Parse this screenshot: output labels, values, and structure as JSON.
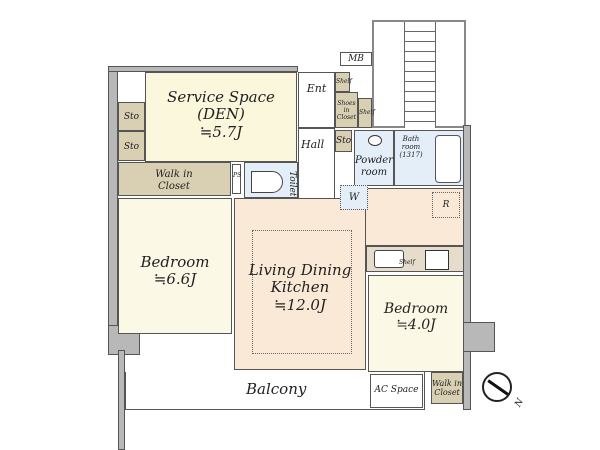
{
  "colors": {
    "storage": "#d9cfb3",
    "service_space": "#fbf7dc",
    "bedroom": "#fcf8e6",
    "wet_area": "#e3eef8",
    "ldk": "#fbe9d7",
    "wall": "#b8b8b8"
  },
  "rooms": {
    "service_space": {
      "name": "Service Space",
      "sub": "(DEN)",
      "area": "≒5.7J"
    },
    "sto1": "Sto",
    "sto2": "Sto",
    "sto_hall": "Sto",
    "walk_in_closet_1": "Walk in Closet",
    "ps1": "PS",
    "toilet": "Toilet",
    "ent": "Ent",
    "hall": "Hall",
    "mb": "MB",
    "shelf1": "Shelf",
    "shoes_closet": "Shoes in Closet",
    "shelf2": "Shelf",
    "powder_room": "Powder room",
    "bath": {
      "name": "Bath room",
      "size": "(1317)"
    },
    "washer": "W",
    "refrigerator": "R",
    "ldk": {
      "name": "Living Dining",
      "name2": "Kitchen",
      "area": "≒12.0J"
    },
    "kitchen_shelf": "Shelf",
    "bedroom1": {
      "name": "Bedroom",
      "area": "≒6.6J"
    },
    "bedroom2": {
      "name": "Bedroom",
      "area": "≒4.0J"
    },
    "walk_in_closet_2": "Walk in Closet",
    "balcony": "Balcony",
    "ac_space": "AC Space"
  },
  "compass": {
    "label": "N",
    "icon": "north-arrow-icon"
  }
}
